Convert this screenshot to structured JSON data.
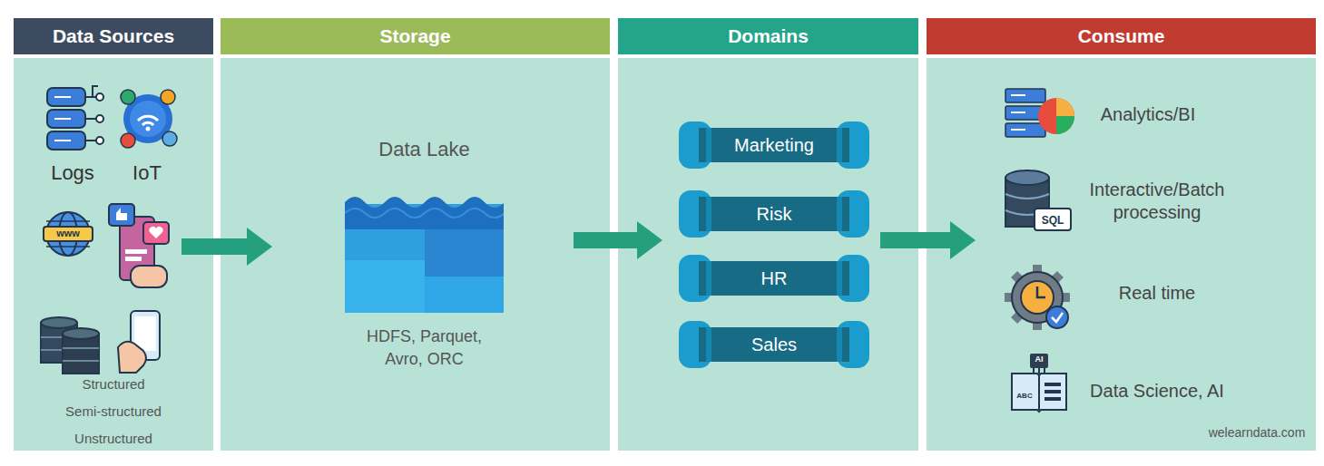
{
  "diagram": {
    "nodes": [
      {
        "text": [
          "Data Sources"
        ]
      },
      {
        "text": [
          "Storage"
        ]
      },
      {
        "text": [
          "Data Lake",
          "HDFS, Parquet, Avro, ORC"
        ],
        "in": 1
      },
      {
        "text": [
          "Domains"
        ]
      },
      {
        "text": [
          "Marketing"
        ],
        "in": 3
      },
      {
        "text": [
          "Risk"
        ],
        "in": 3
      },
      {
        "text": [
          "HR"
        ],
        "in": 3
      },
      {
        "text": [
          "Sales"
        ],
        "in": 3
      },
      {
        "text": [
          "Consume"
        ]
      }
    ],
    "edges": [
      {
        "from": 0,
        "to": 1,
        "arrow": "to"
      },
      {
        "from": 1,
        "to": 3,
        "arrow": "to"
      },
      {
        "from": 3,
        "to": 8,
        "arrow": "to"
      }
    ],
    "labels": [
      "Logs",
      "IoT",
      "www",
      "Structured",
      "Semi-structured",
      "Unstructured",
      "Analytics/BI",
      "SQL",
      "Interactive/Batch processing",
      "Real time",
      "AI",
      "ABC",
      "Data Science, AI",
      "welearndata.com"
    ]
  }
}
